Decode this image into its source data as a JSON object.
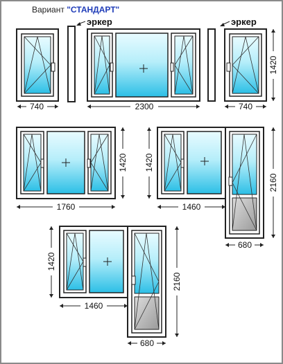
{
  "header": {
    "prefix": "Вариант",
    "name": "\"СТАНДАРТ\""
  },
  "labels": {
    "bay": "эркер"
  },
  "dimensions": {
    "w740": "740",
    "w2300": "2300",
    "h1420": "1420",
    "w1760": "1760",
    "w1460": "1460",
    "h2160": "2160",
    "w680": "680"
  },
  "colors": {
    "frame": "#222222",
    "sash_fill": "#ffffff",
    "glass_top": "#e8fbff",
    "glass_bottom": "#2cbfe6",
    "door_panel": "#b8b8b8",
    "title_accent": "#1f3cb8"
  }
}
